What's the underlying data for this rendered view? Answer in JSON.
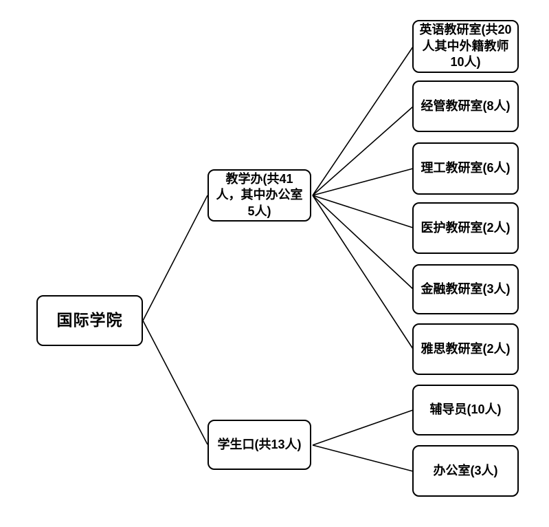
{
  "diagram": {
    "type": "org-chart",
    "root": {
      "label": "国际学院"
    },
    "branches": [
      {
        "label": "教学办(共41人，其中办公室5人)",
        "children": [
          {
            "label": "英语教研室(共20人其中外籍教师10人)"
          },
          {
            "label": "经管教研室(8人)"
          },
          {
            "label": "理工教研室(6人)"
          },
          {
            "label": "医护教研室(2人)"
          },
          {
            "label": "金融教研室(3人)"
          },
          {
            "label": "雅思教研室(2人)"
          }
        ]
      },
      {
        "label": "学生口(共13人)",
        "children": [
          {
            "label": "辅导员(10人)"
          },
          {
            "label": "办公室(3人)"
          }
        ]
      }
    ],
    "colors": {
      "background": "#ffffff",
      "box_fill": "#ffffff",
      "box_border": "#000000",
      "line": "#000000",
      "text": "#000000"
    }
  }
}
